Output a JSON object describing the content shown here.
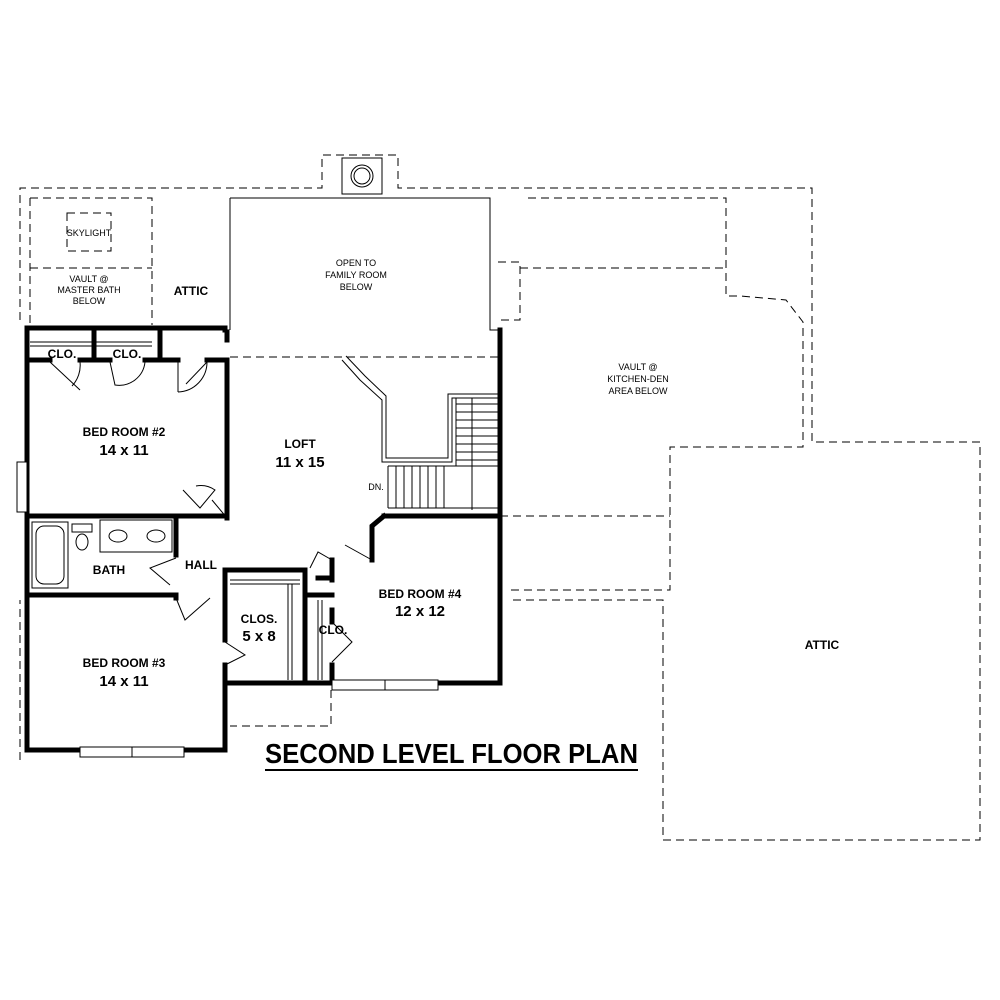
{
  "title": "SECOND LEVEL FLOOR PLAN",
  "labels": {
    "skylight": "SKYLIGHT",
    "vault_master_1": "VAULT @",
    "vault_master_2": "MASTER BATH",
    "vault_master_3": "BELOW",
    "attic_left": "ATTIC",
    "open_1": "OPEN TO",
    "open_2": "FAMILY ROOM",
    "open_3": "BELOW",
    "vault_kitchen_1": "VAULT @",
    "vault_kitchen_2": "KITCHEN-DEN",
    "vault_kitchen_3": "AREA BELOW",
    "clo_1": "CLO.",
    "clo_2": "CLO.",
    "bed2_name": "BED ROOM #2",
    "bed2_size": "14 x 11",
    "loft_name": "LOFT",
    "loft_size": "11 x 15",
    "stair_dn": "DN.",
    "bath": "BATH",
    "hall": "HALL",
    "clos_name": "CLOS.",
    "clos_size": "5 x 8",
    "clo_3": "CLO.",
    "bed4_name": "BED ROOM #4",
    "bed4_size": "12 x 12",
    "bed3_name": "BED ROOM #3",
    "bed3_size": "14 x 11",
    "attic_right": "ATTIC"
  }
}
